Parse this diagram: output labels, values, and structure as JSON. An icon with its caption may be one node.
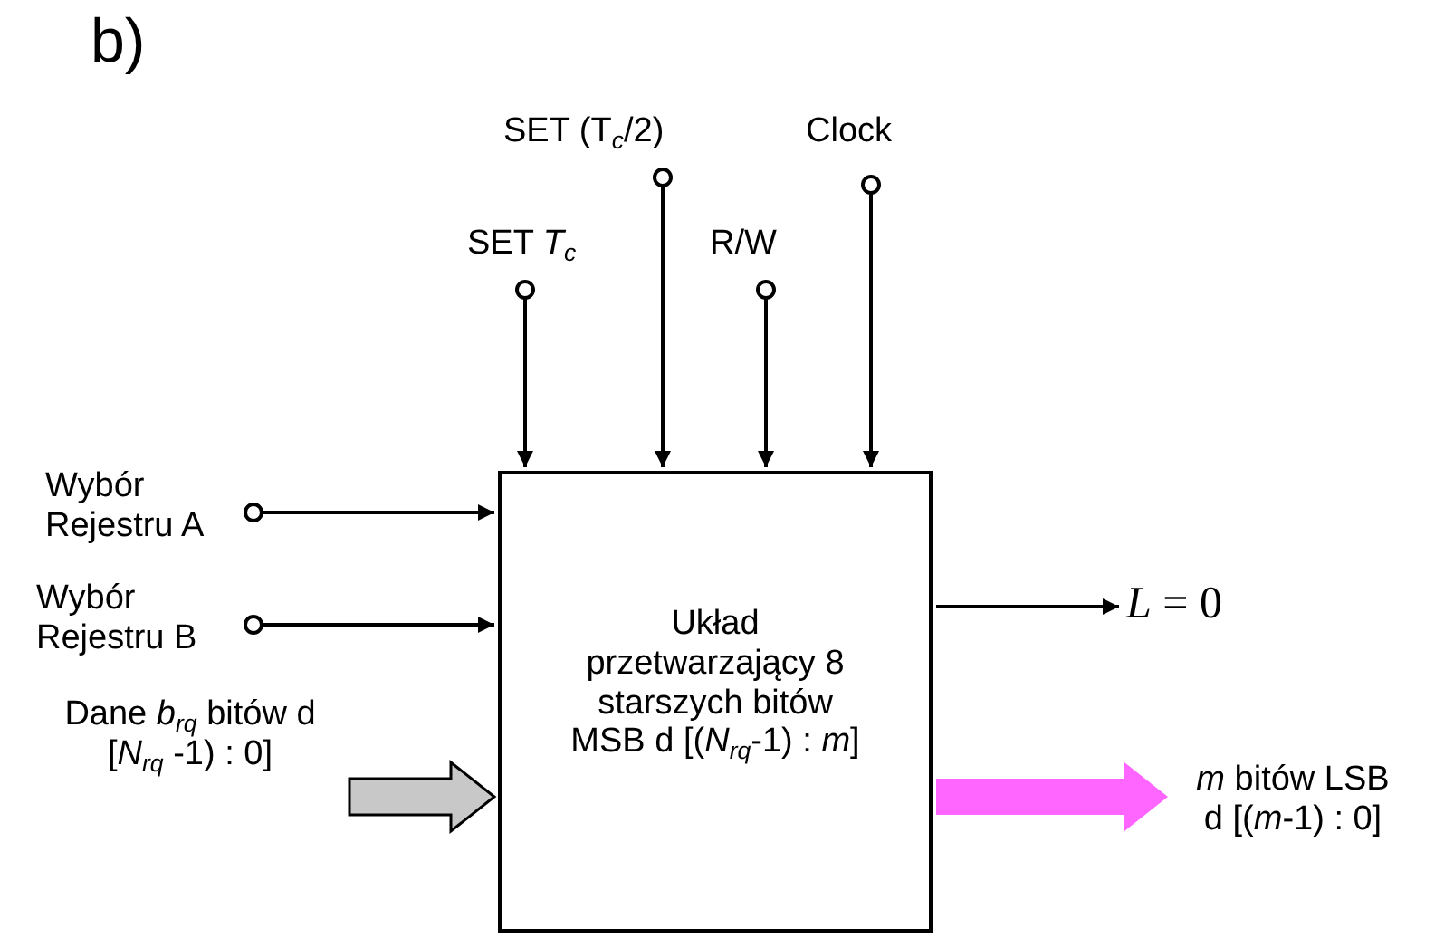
{
  "diagram": {
    "nodes": [
      {
        "text": [
          "SET (T$_{c}$/2)"
        ]
      },
      {
        "text": [
          "Clock"
        ]
      },
      {
        "text": [
          "SET *T*$_{c}$"
        ]
      },
      {
        "text": [
          "R/W"
        ]
      },
      {
        "text": [
          "Wybór Rejestru A"
        ]
      },
      {
        "text": [
          "Wybór Rejestru B"
        ]
      },
      {
        "text": [
          "Układ przetwarzający 8 starszych bitów MSB d [(*N*$_{rq}$-1) : *m*]"
        ]
      },
      {
        "text": [
          "*L* = 0"
        ]
      },
      {
        "text": [
          "Dane *b*$_{rq}$ bitów d [*N*$_{rq}$ -1) : 0]"
        ]
      },
      {
        "text": [
          "*m* bitów LSB d [(*m*-1) : 0]"
        ]
      }
    ],
    "edges": [
      {
        "from": 0,
        "to": 6,
        "arrow": "to"
      },
      {
        "from": 1,
        "to": 6,
        "arrow": "to"
      },
      {
        "from": 2,
        "to": 6,
        "arrow": "to"
      },
      {
        "from": 3,
        "to": 6,
        "arrow": "to"
      },
      {
        "from": 4,
        "to": 6,
        "arrow": "to"
      },
      {
        "from": 5,
        "to": 6,
        "arrow": "to"
      },
      {
        "from": 6,
        "to": 7,
        "arrow": "to"
      },
      {
        "from": 8,
        "to": 6,
        "arrow": "to",
        "style": "thick",
        "color": "#c8c8c8"
      },
      {
        "from": 6,
        "to": 9,
        "arrow": "to",
        "style": "thick",
        "color": "#ff66ff"
      }
    ],
    "labels": [
      "b)"
    ]
  }
}
